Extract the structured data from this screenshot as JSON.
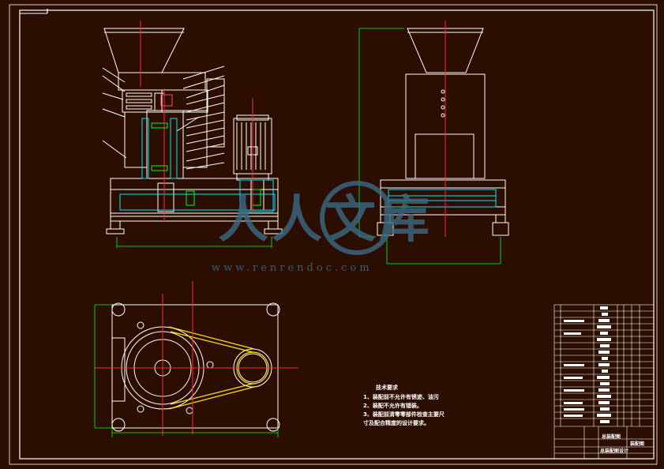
{
  "watermark": {
    "logo_chars": "人人文库",
    "url": "www.renrendoc.com"
  },
  "technical_requirements": {
    "title": "技术要求",
    "lines": [
      "1、装配前不允许有锈迹、油污",
      "2、装配不允许有错装。",
      "3、装配前清零零部件检查主要尺",
      "寸及配合精度的设计要求。"
    ]
  },
  "title_block": {
    "drawing_name": "总装配图",
    "drawing_number": "装配图",
    "bottom_note": "总装配图设计"
  },
  "colors": {
    "background": "#2b0e00",
    "outline": "#ffffff",
    "centerline": "#ff2a2a",
    "dimension": "#00ff00",
    "hatch": "#00e5ff",
    "watermark": "#3a6a86"
  }
}
